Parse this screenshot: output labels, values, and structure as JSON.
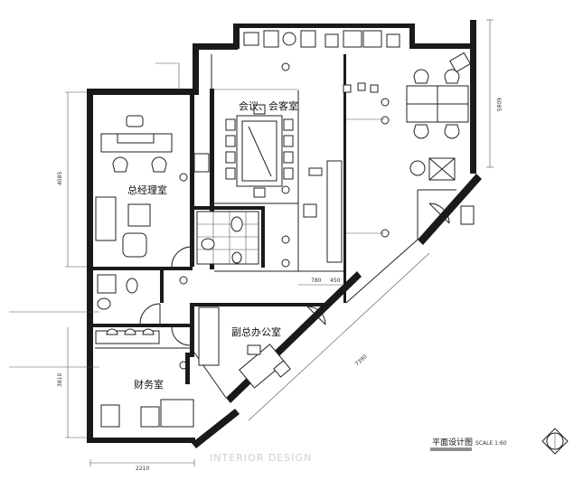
{
  "rooms": {
    "meeting": "会议、会客室",
    "gm_office": "总经理室",
    "deputy_office": "副总办公室",
    "finance": "财务室"
  },
  "title_block": {
    "title": "平面设计图",
    "scale": "SCALE 1:60"
  },
  "dimensions": {
    "d1": "6085",
    "d2": "4085",
    "d3": "3810",
    "d4": "2210",
    "d5": "780",
    "d6": "450",
    "d7": "7390"
  },
  "watermark": "INTERIOR DESIGN"
}
